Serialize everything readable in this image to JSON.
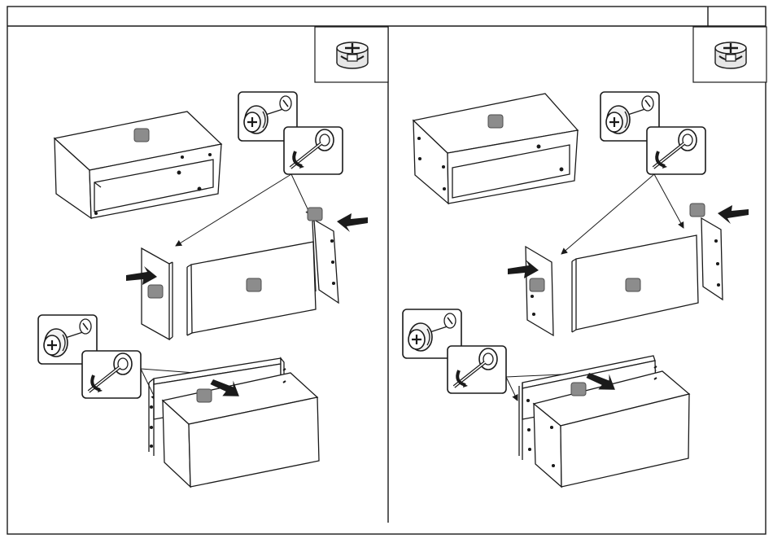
{
  "sheet": {
    "header_text": "",
    "step_number_text": ""
  },
  "panels": [
    {
      "hardware": "cam-lock-fitting-icon",
      "steps": [
        "tighten-cam-locks",
        "attach-side-panels",
        "attach-back-panel"
      ]
    },
    {
      "hardware": "cam-lock-fitting-icon",
      "steps": [
        "tighten-cam-locks",
        "attach-side-panels",
        "attach-back-panel"
      ]
    }
  ],
  "colors": {
    "line": "#1a1a1a",
    "part_marker": "#8c8c8c",
    "paper": "#ffffff",
    "hardware_fill": "#d9d9d9"
  }
}
